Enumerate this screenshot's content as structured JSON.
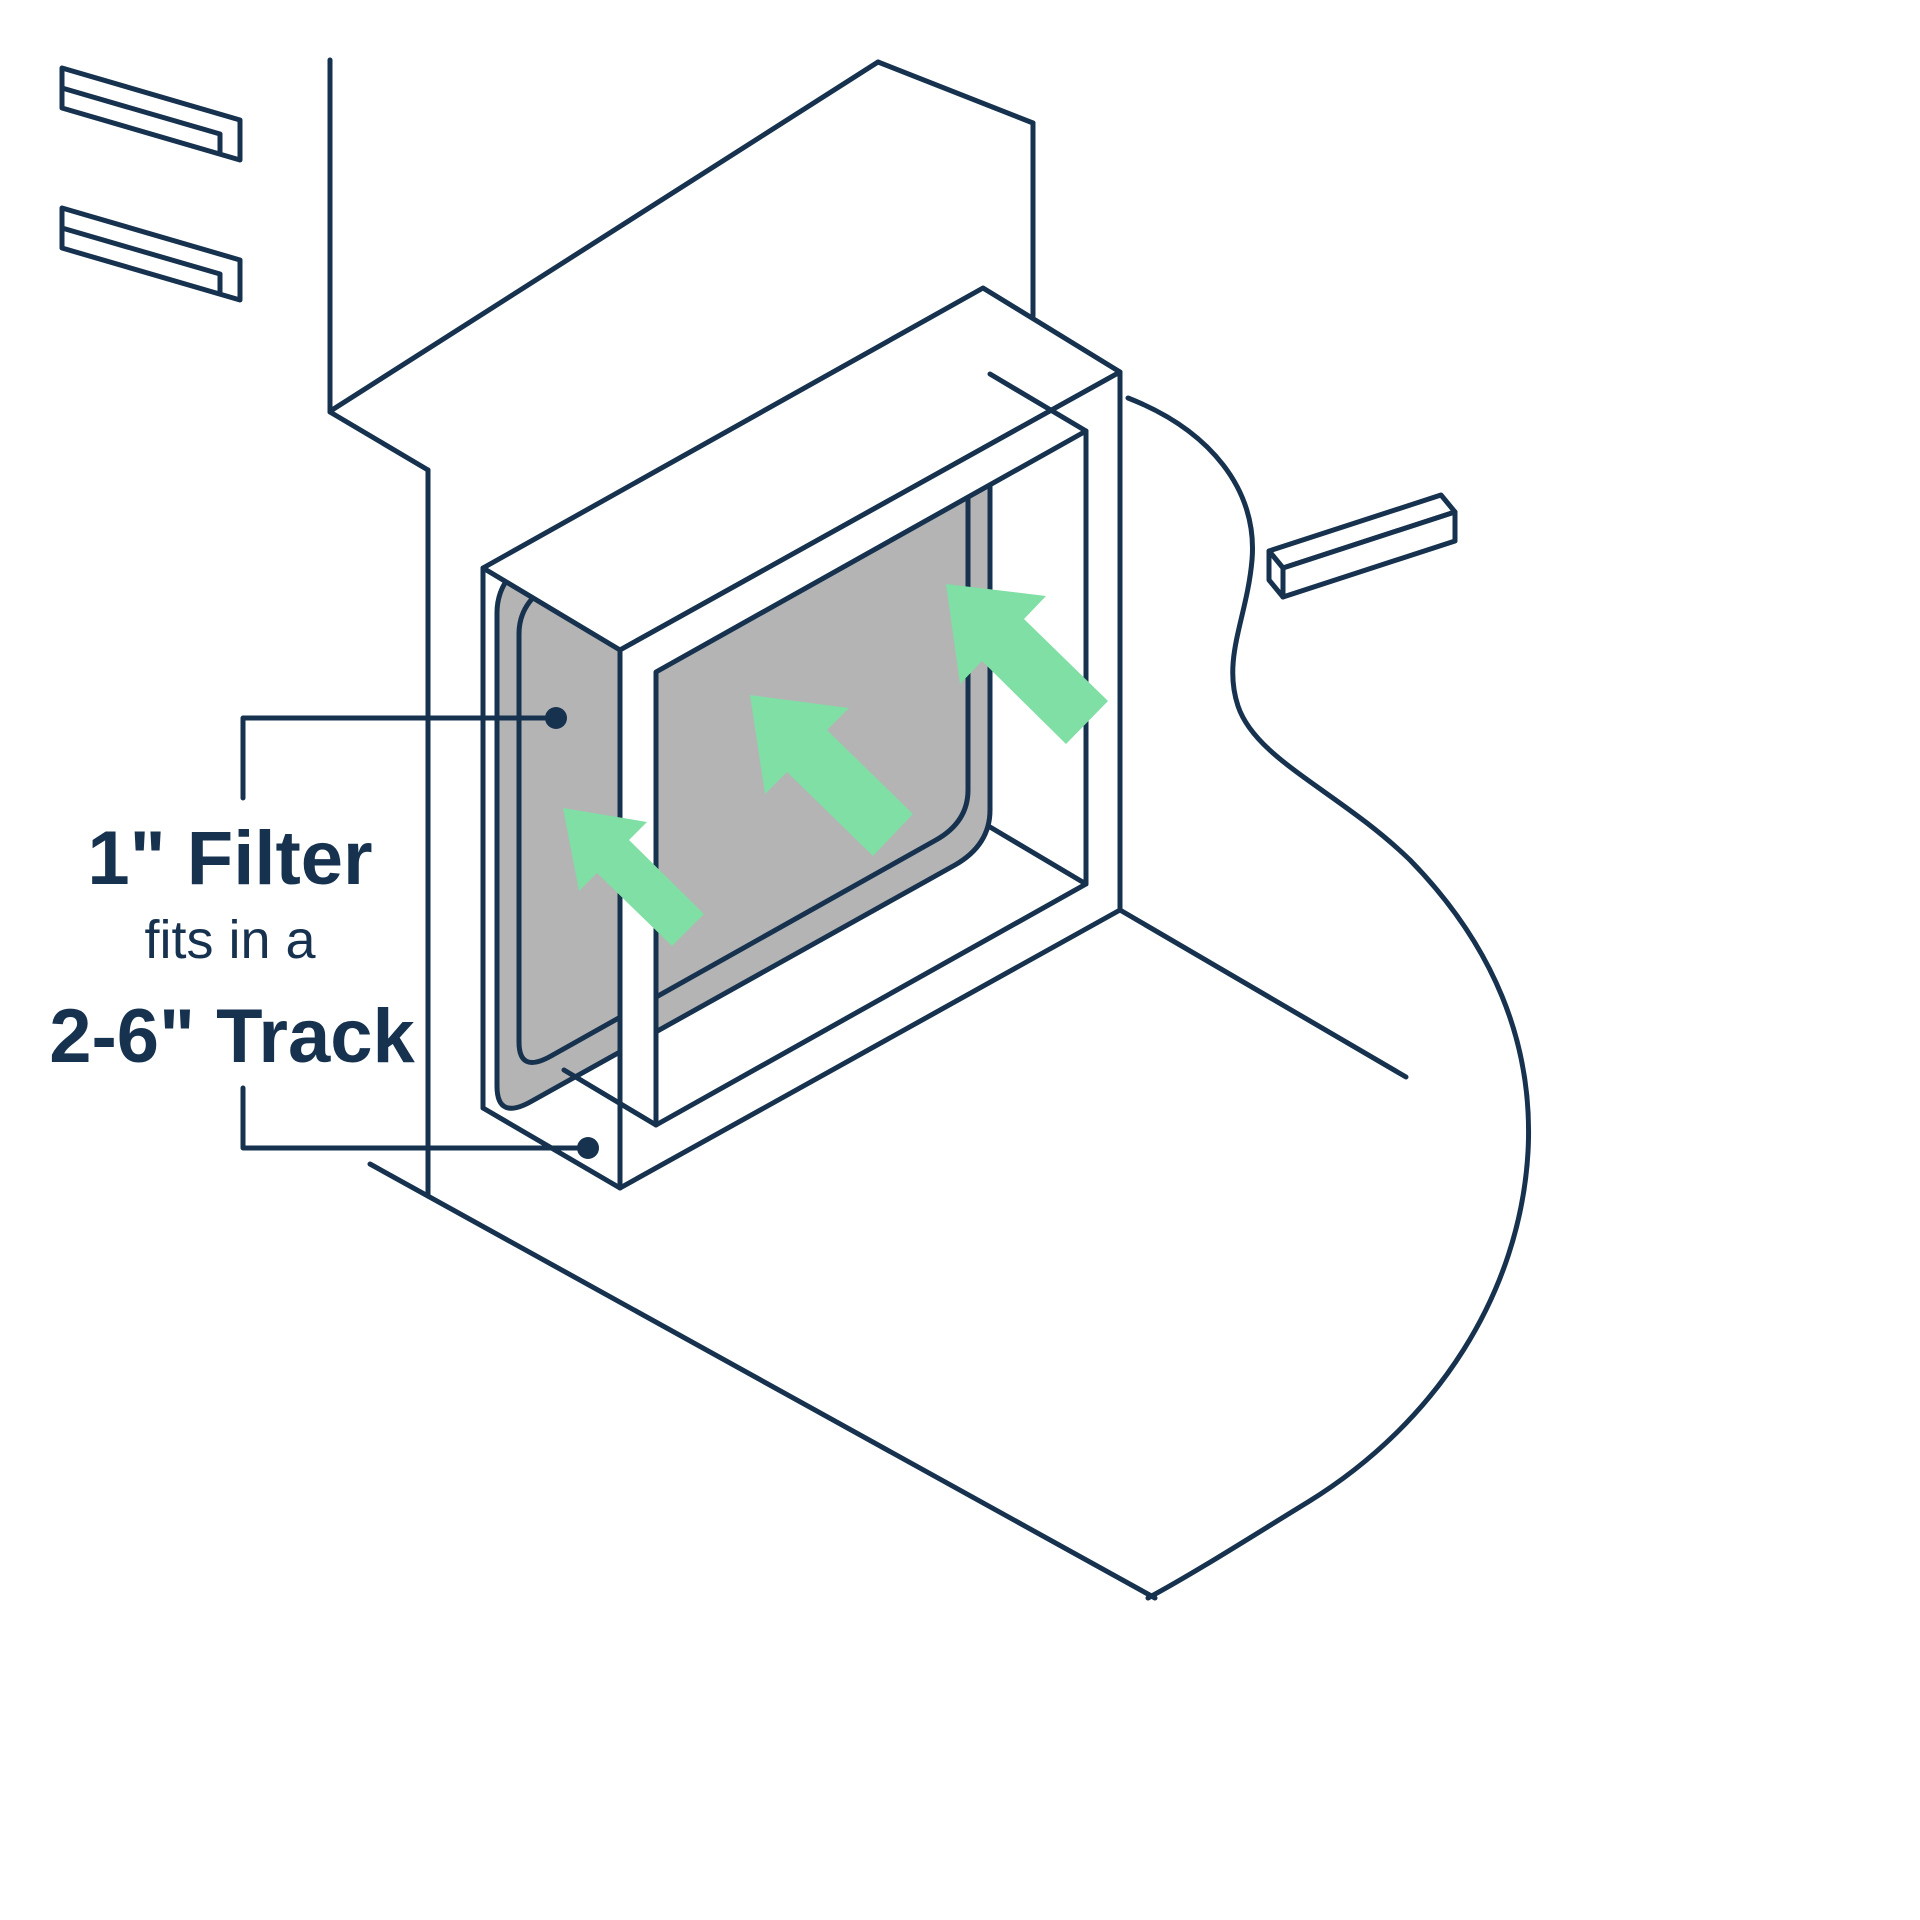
{
  "diagram": {
    "type": "isometric-illustration",
    "subject": "1-inch air filter sliding into a 2-6 inch filter track on an HVAC furnace return duct",
    "labels": {
      "filter_size": "1\" Filter",
      "fit_text": "fits in a",
      "track_size": "2-6\" Track"
    },
    "colors": {
      "line_navy": "#16324F",
      "arrow_green": "#7FDFA4",
      "filter_gray": "#B4B4B4",
      "background": "#FFFFFF"
    },
    "airflow_arrow_count": 3
  }
}
